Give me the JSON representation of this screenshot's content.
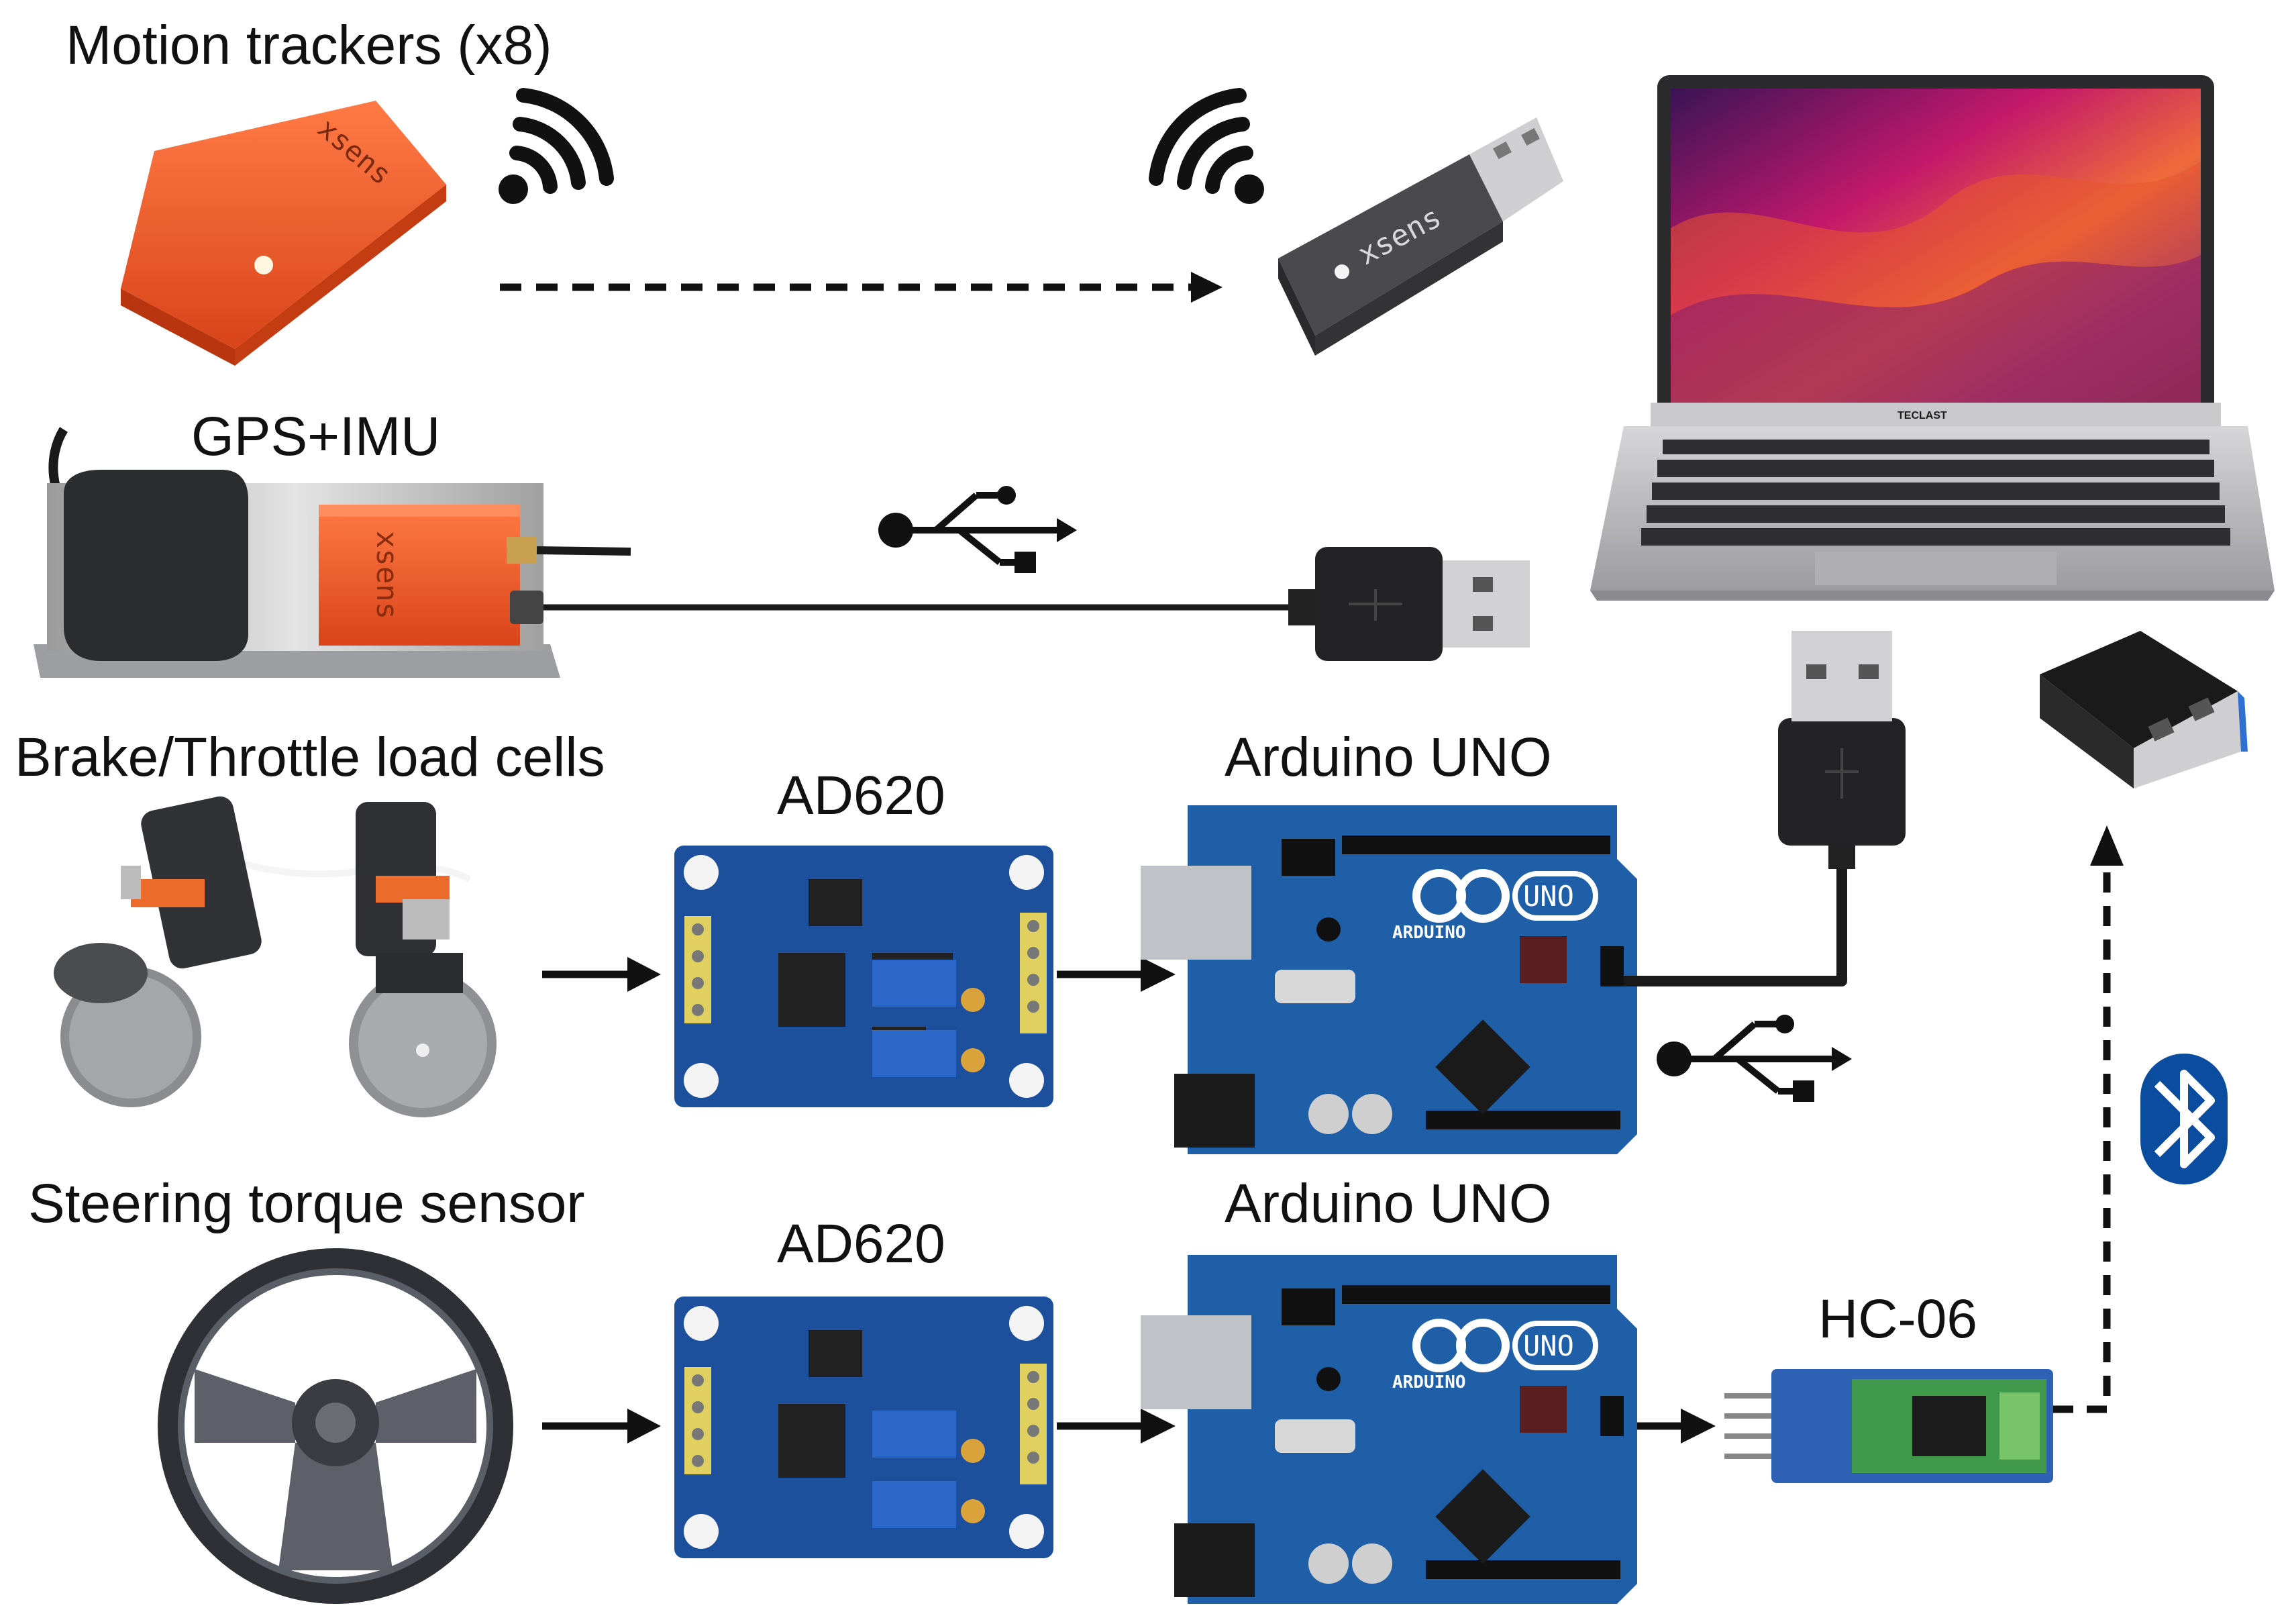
{
  "labels": {
    "motion_trackers": "Motion trackers (x8)",
    "gps_imu": "GPS+IMU",
    "load_cells": "Brake/Throttle load cells",
    "ad620_top": "AD620",
    "arduino_top": "Arduino UNO",
    "steering": "Steering torque sensor",
    "ad620_bottom": "AD620",
    "arduino_bottom": "Arduino UNO",
    "hc06": "HC-06"
  },
  "device_text": {
    "xsens_tracker": "xsens",
    "xsens_dongle": "xsens",
    "xsens_gps": "xsens",
    "laptop_brand": "TECLAST",
    "uno_badge_top": "UNO",
    "uno_brand_top": "ARDUINO",
    "uno_badge_bottom": "UNO",
    "uno_brand_bottom": "ARDUINO"
  },
  "colors": {
    "tracker_orange": "#f0602a",
    "arduino_blue": "#1f5fa8",
    "ad620_blue": "#1c4f9c",
    "bluetooth_blue": "#0a4c9e",
    "cable_black": "#1a1a1a"
  }
}
